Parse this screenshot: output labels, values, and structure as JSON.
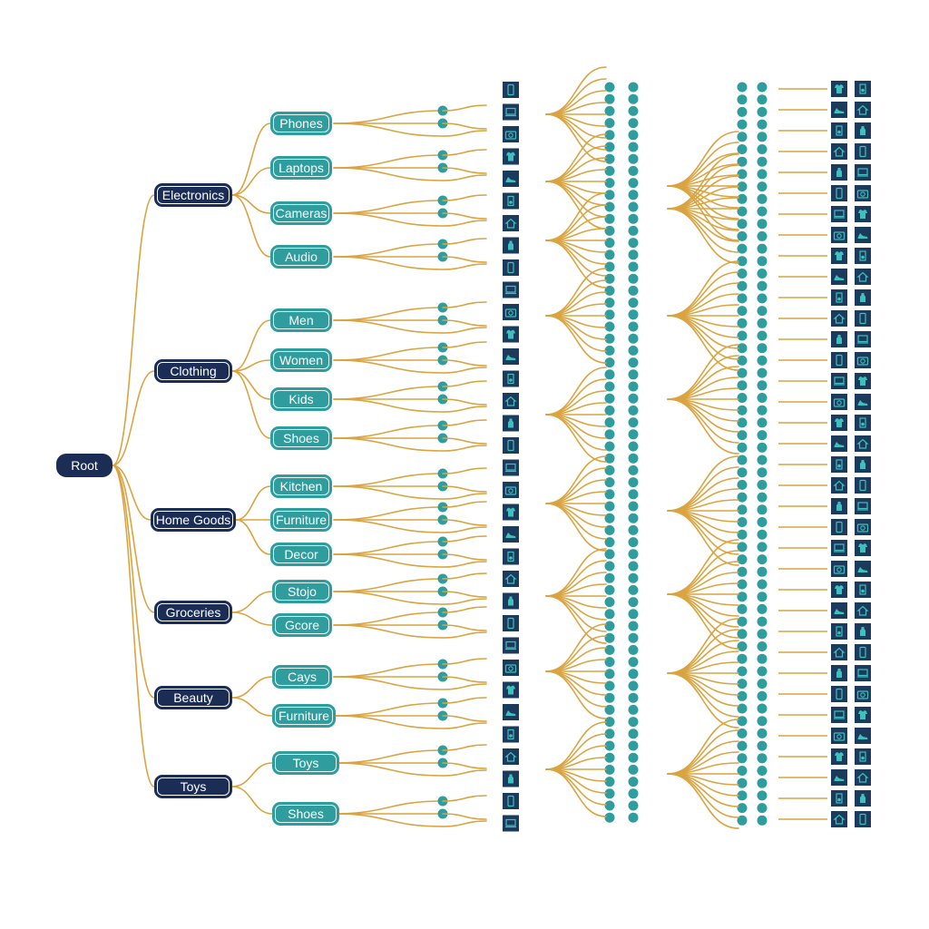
{
  "diagram": {
    "root": {
      "label": "Root"
    },
    "categories": [
      {
        "label": "Electronics",
        "subcategories": [
          "Phones",
          "Laptops",
          "Cameras",
          "Audio"
        ]
      },
      {
        "label": "Clothing",
        "subcategories": [
          "Men",
          "Women",
          "Kids",
          "Shoes"
        ]
      },
      {
        "label": "Home Goods",
        "subcategories": [
          "Kitchen",
          "Furniture",
          "Decor"
        ]
      },
      {
        "label": "Groceries",
        "subcategories": [
          "Stojo",
          "Gcore"
        ]
      },
      {
        "label": "Beauty",
        "subcategories": [
          "Cays",
          "Furniture"
        ]
      },
      {
        "label": "Toys",
        "subcategories": [
          "Toys",
          "Shoes"
        ]
      }
    ]
  },
  "colors": {
    "navy": "#1b2d55",
    "teal": "#2f9d9e",
    "link": "#d9a441",
    "icon_tile": "#1b3a5c",
    "icon_glyph": "#3ec0c0"
  },
  "icon_legend": [
    "phone-icon",
    "laptop-icon",
    "camera-icon",
    "shirt-icon",
    "shoe-icon",
    "speaker-icon",
    "home-icon",
    "bottle-icon"
  ]
}
